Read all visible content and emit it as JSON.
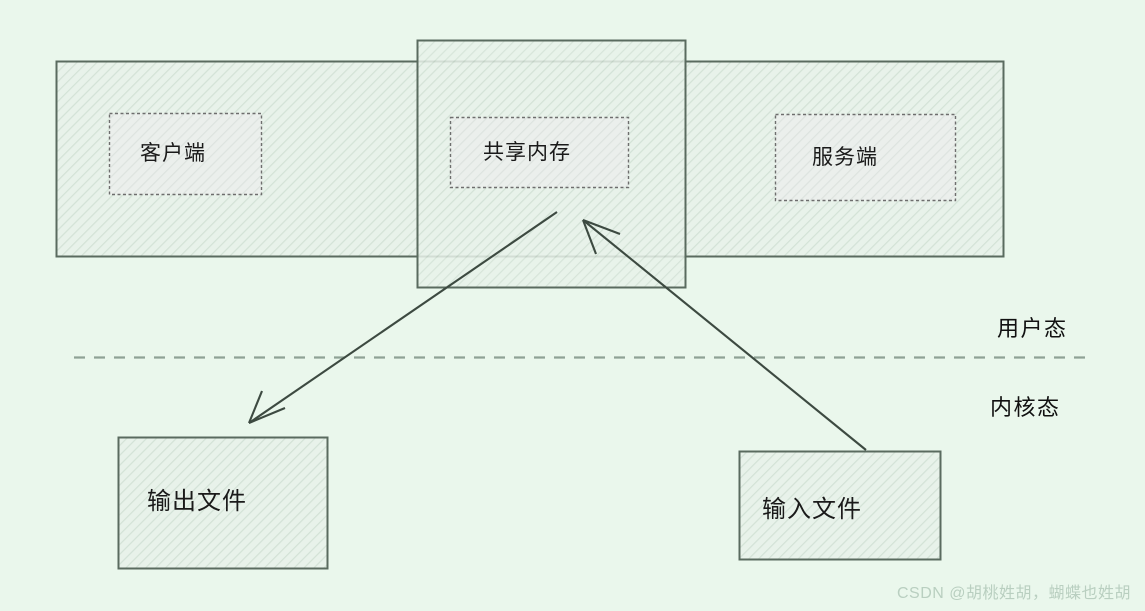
{
  "diagram": {
    "title_text_absent": true,
    "background_color": "#eaf7ec",
    "box_fill_color": "#e6f2e8",
    "box_stroke_color": "#5a6b5f",
    "inner_box_stroke_color": "#6e6e6e",
    "inner_box_fill_color": "#e9eeea",
    "divider_color": "#8fa295",
    "arrow_color": "#3d4a41",
    "outer_boxes": [
      {
        "name": "user-space-left-container",
        "label": ""
      },
      {
        "name": "shared-memory-container",
        "label": ""
      },
      {
        "name": "user-space-right-container",
        "label": ""
      }
    ],
    "nodes": [
      {
        "id": "client",
        "label": "客户端"
      },
      {
        "id": "shared_memory",
        "label": "共享内存"
      },
      {
        "id": "server",
        "label": "服务端"
      },
      {
        "id": "output_file",
        "label": "输出文件"
      },
      {
        "id": "input_file",
        "label": "输入文件"
      }
    ],
    "mode_labels": [
      {
        "id": "user_mode",
        "label": "用户态"
      },
      {
        "id": "kernel_mode",
        "label": "内核态"
      }
    ],
    "edges": [
      {
        "id": "shm-to-output",
        "from": "shared_memory",
        "to": "output_file",
        "label": ""
      },
      {
        "id": "input-to-shm",
        "from": "input_file",
        "to": "shared_memory",
        "label": ""
      }
    ],
    "watermark": "CSDN @胡桃姓胡，蝴蝶也姓胡"
  }
}
